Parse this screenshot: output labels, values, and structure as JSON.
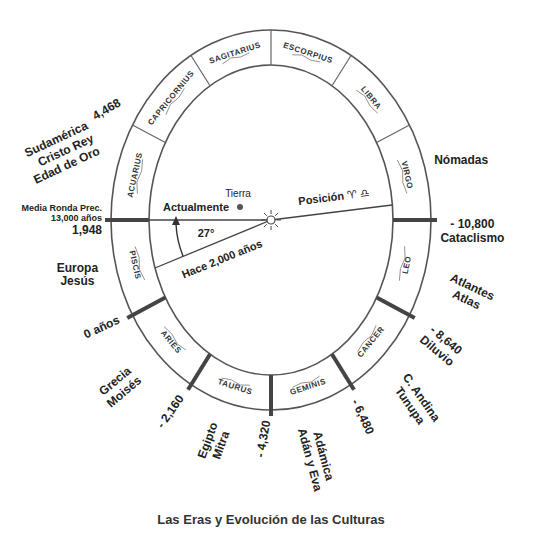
{
  "diagram": {
    "caption": "Las Eras y Evolución de las Culturas",
    "nodes": [
      {
        "text": [
          "CAPRICORNIUS"
        ]
      },
      {
        "text": [
          "SAGITARIUS"
        ]
      },
      {
        "text": [
          "ESCORPIUS"
        ]
      },
      {
        "text": [
          "LIBRA"
        ]
      },
      {
        "text": [
          "VIRGO"
        ]
      },
      {
        "text": [
          "LEO"
        ]
      },
      {
        "text": [
          "CANCER"
        ]
      },
      {
        "text": [
          "GEMINIS"
        ]
      },
      {
        "text": [
          "TAURUS"
        ]
      },
      {
        "text": [
          "ARIES"
        ]
      },
      {
        "text": [
          "PISCIS"
        ]
      },
      {
        "text": [
          "ACUARIUS"
        ]
      }
    ],
    "labels": [
      "Nómadas",
      "- 10,800",
      "Cataclismo",
      "Atlantes Atlas",
      "- 8,640",
      "Diluvio",
      "C. Andina Tunupa",
      "- 6,480",
      "Adámica Adán y Eva",
      "- 4,320",
      "Egipto Mitra",
      "- 2,160",
      "Grecia Moisés",
      "0 años",
      "Europa Jesús",
      "Media Ronda Prec. 13,000 años",
      "1,948",
      "4,468",
      "Sudamérica Cristo Rey Edad de Oro",
      "Tierra",
      "Actualmente",
      "27°",
      "Hace 2,000 años",
      "Posición ♈ ♎"
    ]
  }
}
